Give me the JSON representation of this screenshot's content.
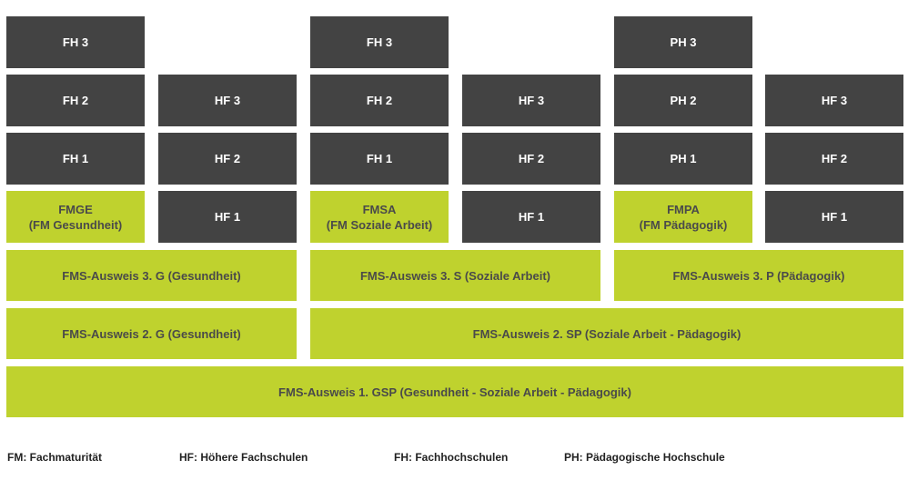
{
  "colors": {
    "dark": "#434343",
    "green": "#bfd22e",
    "green_text": "#4a4a4a"
  },
  "blocks": {
    "fh3_a": "FH 3",
    "fh2_a": "FH 2",
    "fh1_a": "FH 1",
    "hf3_a": "HF 3",
    "hf2_a": "HF 2",
    "hf1_a": "HF 1",
    "fmge": "FMGE",
    "fmge_sub": "(FM Gesundheit)",
    "fh3_b": "FH 3",
    "fh2_b": "FH 2",
    "fh1_b": "FH 1",
    "hf3_b": "HF 3",
    "hf2_b": "HF 2",
    "hf1_b": "HF 1",
    "fmsa": "FMSA",
    "fmsa_sub": "(FM Soziale Arbeit)",
    "ph3": "PH 3",
    "ph2": "PH 2",
    "ph1": "PH 1",
    "hf3_c": "HF 3",
    "hf2_c": "HF 2",
    "hf1_c": "HF 1",
    "fmpa": "FMPA",
    "fmpa_sub": "(FM Pädagogik)",
    "ausweis3_g": "FMS-Ausweis 3. G (Gesundheit)",
    "ausweis3_s": "FMS-Ausweis 3. S (Soziale Arbeit)",
    "ausweis3_p": "FMS-Ausweis 3. P (Pädagogik)",
    "ausweis2_g": "FMS-Ausweis 2. G (Gesundheit)",
    "ausweis2_sp": "FMS-Ausweis 2. SP (Soziale Arbeit - Pädagogik)",
    "ausweis1_gsp": "FMS-Ausweis 1. GSP (Gesundheit - Soziale Arbeit - Pädagogik)"
  },
  "legend": [
    "FM: Fachmaturität",
    "HF: Höhere Fachschulen",
    "FH: Fachhochschulen",
    "PH: Pädagogische Hochschule"
  ]
}
